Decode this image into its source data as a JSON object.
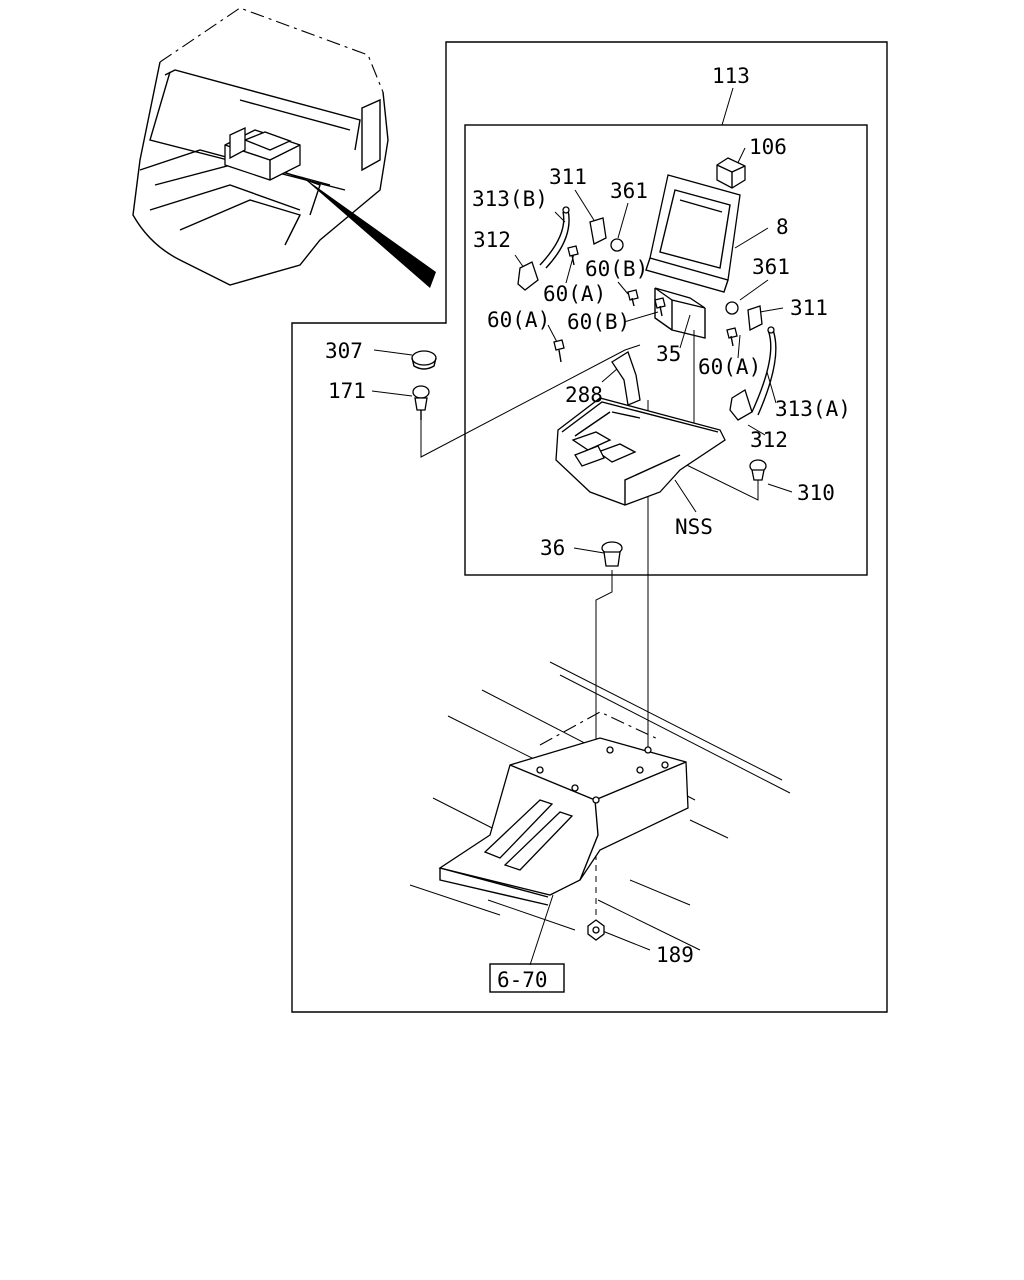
{
  "labels": {
    "l113": "113",
    "l106": "106",
    "l311a": "311",
    "l361a": "361",
    "l313b": "313(B)",
    "l8": "8",
    "l312a": "312",
    "l60b1": "60(B)",
    "l361b": "361",
    "l60a1": "60(A)",
    "l311b": "311",
    "l60a2": "60(A)",
    "l60b2": "60(B)",
    "l307": "307",
    "l35": "35",
    "l60a3": "60(A)",
    "l171": "171",
    "l288": "288",
    "l313a": "313(A)",
    "l312b": "312",
    "l310": "310",
    "lnss": "NSS",
    "l36": "36",
    "l189": "189",
    "l670": "6-70"
  }
}
